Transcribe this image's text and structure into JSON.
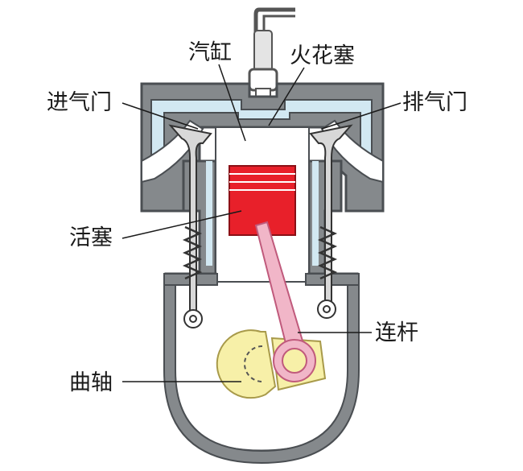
{
  "labels": {
    "cylinder": "汽缸",
    "spark_plug": "火花塞",
    "intake_valve": "进气门",
    "exhaust_valve": "排气门",
    "piston": "活塞",
    "connecting_rod": "连杆",
    "crankshaft": "曲轴"
  },
  "colors": {
    "housing": "#85898c",
    "housing_dark": "#5e6266",
    "coolant": "#d2e8f2",
    "chamber": "#ffffff",
    "piston": "#e8202a",
    "rod": "#f1b6c8",
    "rod_outline": "#c05a7c",
    "crank": "#f7f0a8",
    "crank_outline": "#a89a4a",
    "valve": "#d8d8d8",
    "leader": "#1a1a1a"
  }
}
